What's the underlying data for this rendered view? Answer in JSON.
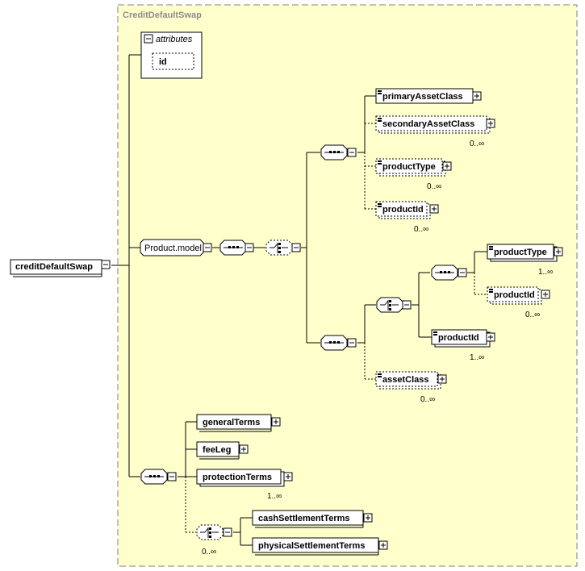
{
  "diagram": {
    "root_element": "creditDefaultSwap",
    "complex_type": "CreditDefaultSwap",
    "attributes_label": "attributes",
    "attribute_id": "id",
    "group_ref": "Product.model",
    "elements": {
      "primary_asset_class": "primaryAssetClass",
      "secondary_asset_class": "secondaryAssetClass",
      "product_type_1": "productType",
      "product_id_1": "productId",
      "product_type_2": "productType",
      "product_id_2": "productId",
      "product_id_3": "productId",
      "asset_class": "assetClass",
      "general_terms": "generalTerms",
      "fee_leg": "feeLeg",
      "protection_terms": "protectionTerms",
      "cash_settlement_terms": "cashSettlementTerms",
      "physical_settlement_terms": "physicalSettlementTerms"
    },
    "occurrences": {
      "secondary_asset_class": "0..∞",
      "product_type_1": "0..∞",
      "product_id_1": "0..∞",
      "product_type_2": "1..∞",
      "product_id_2": "0..∞",
      "product_id_3": "1..∞",
      "asset_class": "0..∞",
      "protection_terms": "1..∞",
      "settlement_choice": "0..∞"
    }
  }
}
